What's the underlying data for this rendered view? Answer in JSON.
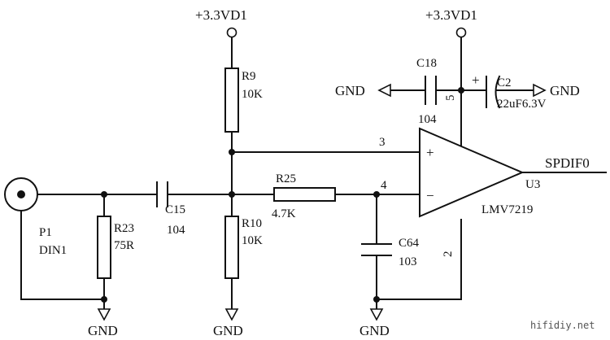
{
  "power": {
    "left": "+3.3VD1",
    "right": "+3.3VD1"
  },
  "ground_label": "GND",
  "connector": {
    "ref": "P1",
    "value": "DIN1"
  },
  "resistors": {
    "r9": {
      "ref": "R9",
      "value": "10K"
    },
    "r10": {
      "ref": "R10",
      "value": "10K"
    },
    "r23": {
      "ref": "R23",
      "value": "75R"
    },
    "r25": {
      "ref": "R25",
      "value": "4.7K"
    }
  },
  "capacitors": {
    "c15": {
      "ref": "C15",
      "value": "104"
    },
    "c18": {
      "ref": "C18",
      "value": "104"
    },
    "c64": {
      "ref": "C64",
      "value": "103"
    },
    "c2": {
      "ref": "C2",
      "value": "22uF6.3V"
    }
  },
  "opamp": {
    "ref": "U3",
    "part": "LMV7219",
    "output_net": "SPDIF0",
    "plus_sign": "+",
    "minus_sign": "−",
    "pins": {
      "noninv": "3",
      "inv": "4",
      "vcc": "5",
      "gnd": "2"
    }
  },
  "polarity_mark": "+",
  "watermark": "hifidiy.net"
}
